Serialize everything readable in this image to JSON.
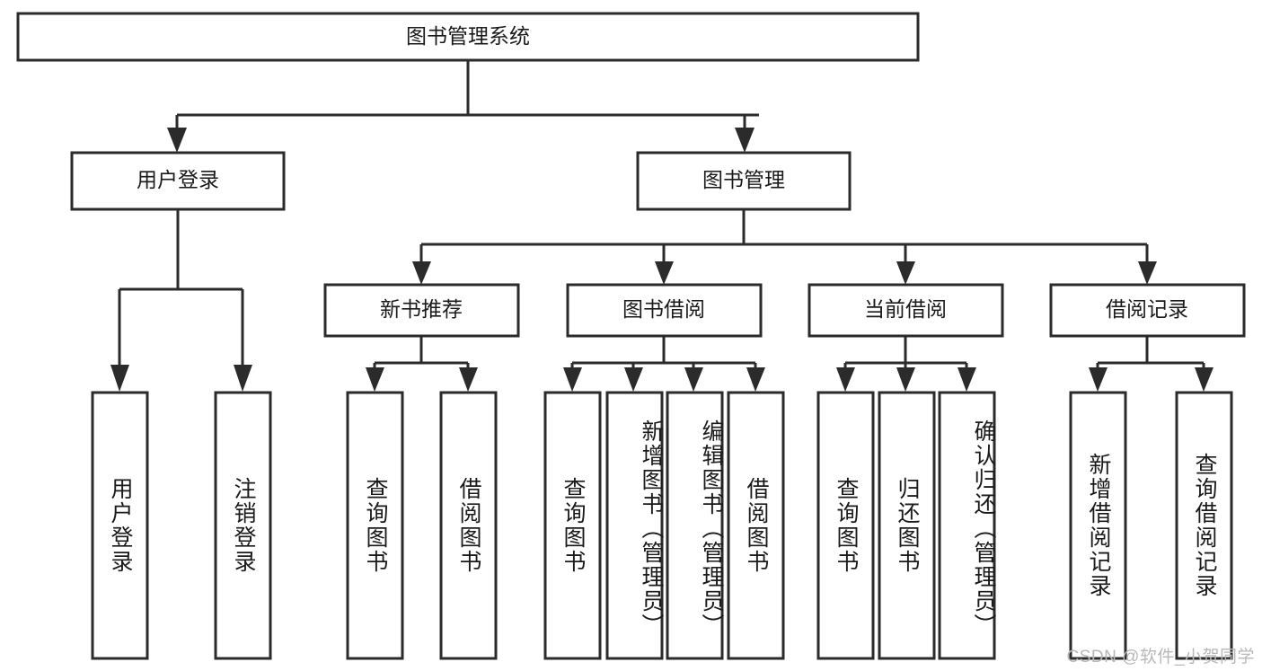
{
  "diagram": {
    "type": "tree-hierarchy",
    "title": "图书管理系统",
    "orientation": "top-down",
    "root": {
      "label": "图书管理系统"
    },
    "level2": [
      {
        "id": "user-login",
        "label": "用户登录"
      },
      {
        "id": "book-manage",
        "label": "图书管理"
      }
    ],
    "level3": [
      {
        "id": "new-book-recommend",
        "label": "新书推荐",
        "parent": "book-manage"
      },
      {
        "id": "book-borrow",
        "label": "图书借阅",
        "parent": "book-manage"
      },
      {
        "id": "current-borrow",
        "label": "当前借阅",
        "parent": "book-manage"
      },
      {
        "id": "borrow-record",
        "label": "借阅记录",
        "parent": "book-manage"
      }
    ],
    "leaves": [
      {
        "id": "leaf-user-login",
        "label": "用户登录",
        "parent": "user-login"
      },
      {
        "id": "leaf-logout-login",
        "label": "注销登录",
        "parent": "user-login"
      },
      {
        "id": "leaf-query-book-1",
        "label": "查询图书",
        "parent": "new-book-recommend"
      },
      {
        "id": "leaf-borrow-book-1",
        "label": "借阅图书",
        "parent": "new-book-recommend"
      },
      {
        "id": "leaf-query-book-2",
        "label": "查询图书",
        "parent": "book-borrow"
      },
      {
        "id": "leaf-add-book",
        "label": "新增图书（管理员）",
        "parent": "book-borrow"
      },
      {
        "id": "leaf-edit-book",
        "label": "编辑图书（管理员）",
        "parent": "book-borrow"
      },
      {
        "id": "leaf-borrow-book-2",
        "label": "借阅图书",
        "parent": "book-borrow"
      },
      {
        "id": "leaf-query-book-3",
        "label": "查询图书",
        "parent": "current-borrow"
      },
      {
        "id": "leaf-return-book",
        "label": "归还图书",
        "parent": "current-borrow"
      },
      {
        "id": "leaf-confirm-return",
        "label": "确认归还（管理员）",
        "parent": "current-borrow"
      },
      {
        "id": "leaf-add-record",
        "label": "新增借阅记录",
        "parent": "borrow-record"
      },
      {
        "id": "leaf-query-record",
        "label": "查询借阅记录",
        "parent": "borrow-record"
      }
    ],
    "watermark": "CSDN @软件_小贺同学",
    "colors": {
      "stroke": "#2b2b2b",
      "box_fill": "#ffffff",
      "text": "#1a1a1a",
      "background": "#ffffff",
      "watermark": "#b8b8b8"
    }
  }
}
